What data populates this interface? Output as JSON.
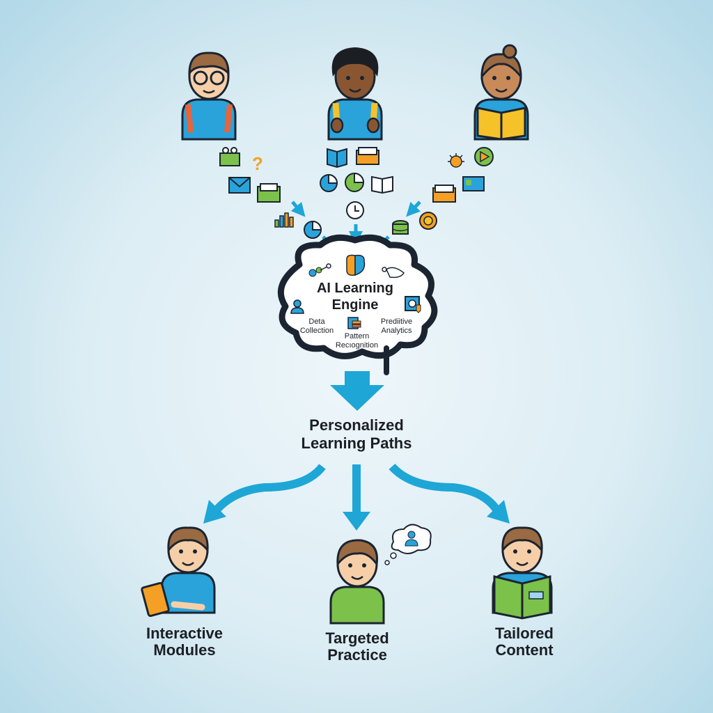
{
  "diagram": {
    "engine": {
      "title_line1": "AI Learning",
      "title_line2": "Engine",
      "components": [
        {
          "line1": "Deta",
          "line2": "Collection"
        },
        {
          "line1": "Pattern",
          "line2": "Recıognition"
        },
        {
          "line1": "Prediitive",
          "line2": "Analytics"
        }
      ]
    },
    "output": {
      "line1": "Personalized",
      "line2": "Learning Paths"
    },
    "outcomes": [
      {
        "line1": "Interactive",
        "line2": "Modules"
      },
      {
        "line1": "Targeted",
        "line2": "Practice"
      },
      {
        "line1": "Tailored",
        "line2": "Content"
      }
    ],
    "inputs": {
      "students": [
        "student-with-glasses",
        "student-with-backpack",
        "student-reading-book"
      ],
      "left_icons": [
        "reading-icon",
        "question-icon",
        "mail-icon",
        "folder-icon",
        "bar-chart-icon",
        "pie-chart-icon"
      ],
      "center_icons": [
        "book-icon",
        "folder-icon",
        "pie-chart-icon",
        "pie-chart-icon",
        "open-book-icon",
        "clock-icon"
      ],
      "right_icons": [
        "lightbulb-icon",
        "play-icon",
        "card-icon",
        "folder-icon",
        "target-icon",
        "database-icon"
      ]
    },
    "colors": {
      "arrow": "#1ea6d6",
      "outline": "#1b2431",
      "blue": "#2aa3db",
      "green": "#7cc14a",
      "orange": "#f5a025",
      "yellow": "#f5c22a"
    }
  }
}
